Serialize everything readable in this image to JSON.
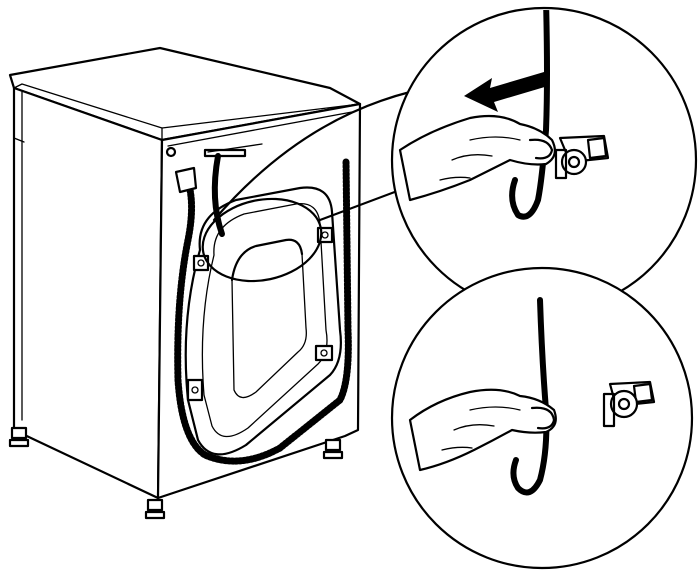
{
  "illustration": {
    "main_view": "washing-machine-rear",
    "detail_top": "cable-removed-from-clip",
    "detail_bottom": "cable-free-of-clip",
    "line_color": "#000000",
    "background_color": "#ffffff"
  }
}
